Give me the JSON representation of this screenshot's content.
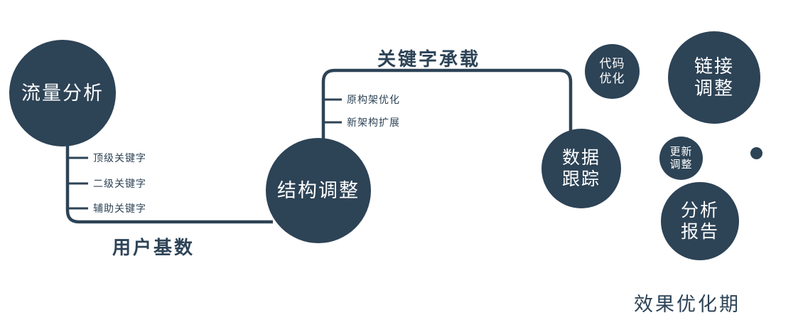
{
  "colors": {
    "primary": "#2d4356",
    "background": "#ffffff",
    "node_text": "#ffffff"
  },
  "nodes": {
    "traffic": {
      "label": "流量分析"
    },
    "structure": {
      "label": "结构调整"
    },
    "tracking": {
      "label": "数据\n跟踪"
    },
    "code": {
      "label": "代码\n优化"
    },
    "link": {
      "label": "链接\n调整"
    },
    "update": {
      "label": "更新\n调整"
    },
    "report": {
      "label": "分析\n报告"
    }
  },
  "edge_labels": {
    "user_base": "用户基数",
    "keyword_carry": "关键字承载"
  },
  "branch_labels": {
    "traffic": [
      "顶级关键字",
      "二级关键字",
      "辅助关键字"
    ],
    "structure": [
      "原构架优化",
      "新架构扩展"
    ]
  },
  "caption": "效果优化期"
}
